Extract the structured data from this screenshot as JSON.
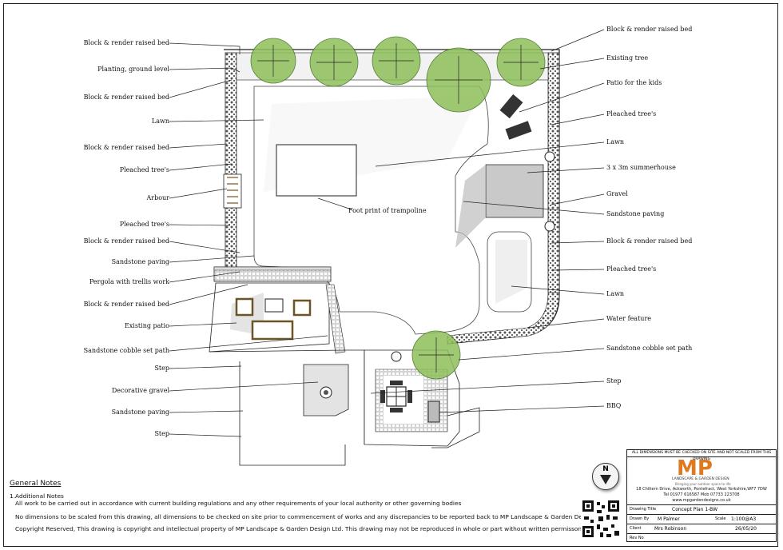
{
  "labels_left": [
    {
      "text": "Block & render raised bed"
    },
    {
      "text": "Planting, ground level"
    },
    {
      "text": "Block & render raised bed"
    },
    {
      "text": "Lawn"
    },
    {
      "text": "Block & render raised bed"
    },
    {
      "text": "Pleached tree's"
    },
    {
      "text": "Arbour"
    },
    {
      "text": "Pleached tree's"
    },
    {
      "text": "Block & render raised bed"
    },
    {
      "text": "Sandstone paving"
    },
    {
      "text": "Pergola with trellis work"
    },
    {
      "text": "Block & render raised bed"
    },
    {
      "text": "Existing patio"
    },
    {
      "text": "Sandstone cobble set path"
    },
    {
      "text": "Step"
    },
    {
      "text": "Decorative gravel"
    },
    {
      "text": "Sandstone paving"
    },
    {
      "text": "Step"
    }
  ],
  "labels_right": [
    {
      "text": "Block & render raised bed"
    },
    {
      "text": "Existing tree"
    },
    {
      "text": "Patio for the kids"
    },
    {
      "text": "Pleached tree's"
    },
    {
      "text": "Lawn"
    },
    {
      "text": "3 x 3m summerhouse"
    },
    {
      "text": "Gravel"
    },
    {
      "text": "Sandstone paving"
    },
    {
      "text": "Block & render raised bed"
    },
    {
      "text": "Pleached tree's"
    },
    {
      "text": "Lawn"
    },
    {
      "text": "Water feature"
    },
    {
      "text": "Sandstone cobble set path"
    },
    {
      "text": "Step"
    },
    {
      "text": "BBQ"
    }
  ],
  "center_label": "Foot print of trampoline",
  "notes": {
    "heading": "General Notes",
    "item_title": "1.Additional Notes",
    "lines": [
      "All work to be carried out in accordance with current building regulations and any other requirements of your local authority or other governing bodies",
      "No dimensions to be scaled from this drawing, all dimensions to be checked on site prior to commencement of works and any discrepancies to be reported back to MP Landscape & Garden Design Ltd",
      "Copyright Reserved, This drawing is copyright and intellectual property of MP Landscape & Garden Design Ltd. This drawing may not be reproduced in whole or part without written permisson"
    ]
  },
  "north": "N",
  "title_block": {
    "header": "ALL DIMENSIONS MUST BE CHECKED ON SITE AND NOT SCALED FROM THIS DRAWING",
    "logo": "MP",
    "logo_sub": "LANDSCAPE & GARDEN DESIGN",
    "tagline": "Bringing your outdoor space to life",
    "address": "18 Chiltern Drive, Ackworth, Pontefract, West Yorkshire,WF7 7DW",
    "phone": "Tel 01977 616587  Mob 07733 223708",
    "web": "www.mpgardendesigns.co.uk",
    "drawing_title_label": "Drawing Title",
    "drawing_title": "Concept Plan 1-BW",
    "drawn_by_label": "Drawn By",
    "drawn_by": "M Palmer",
    "scale_label": "Scale",
    "scale": "1:100@A3",
    "client_label": "Client",
    "client": "Mrs Robinson",
    "rev_label": "Rev No",
    "date": "26/05/20"
  }
}
